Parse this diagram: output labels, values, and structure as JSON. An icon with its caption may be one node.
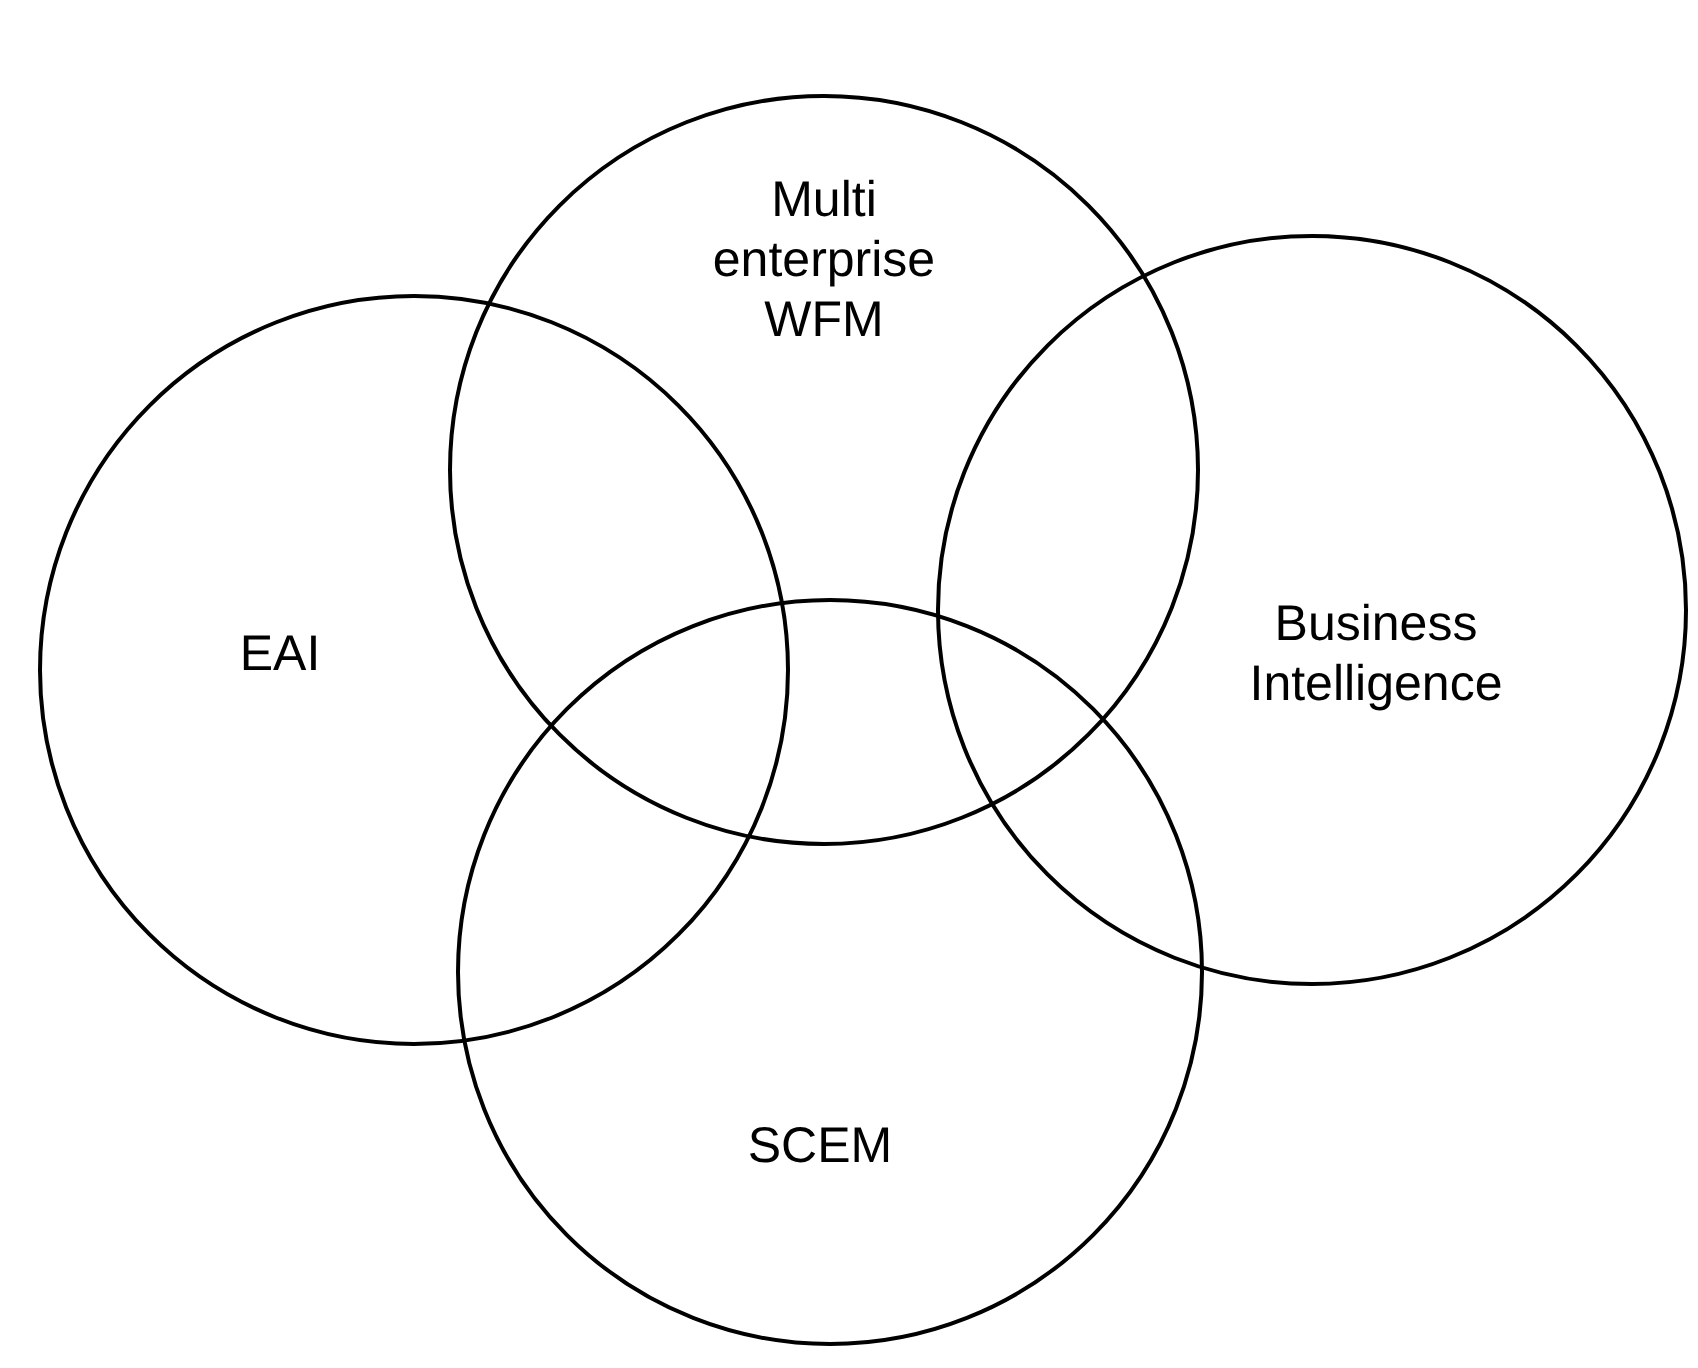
{
  "diagram": {
    "nodes": [
      {
        "text": [
          "EAI"
        ]
      },
      {
        "text": [
          "Multi enterprise WFM"
        ]
      },
      {
        "text": [
          "Business Intelligence"
        ]
      },
      {
        "text": [
          "SCEM"
        ]
      }
    ]
  }
}
